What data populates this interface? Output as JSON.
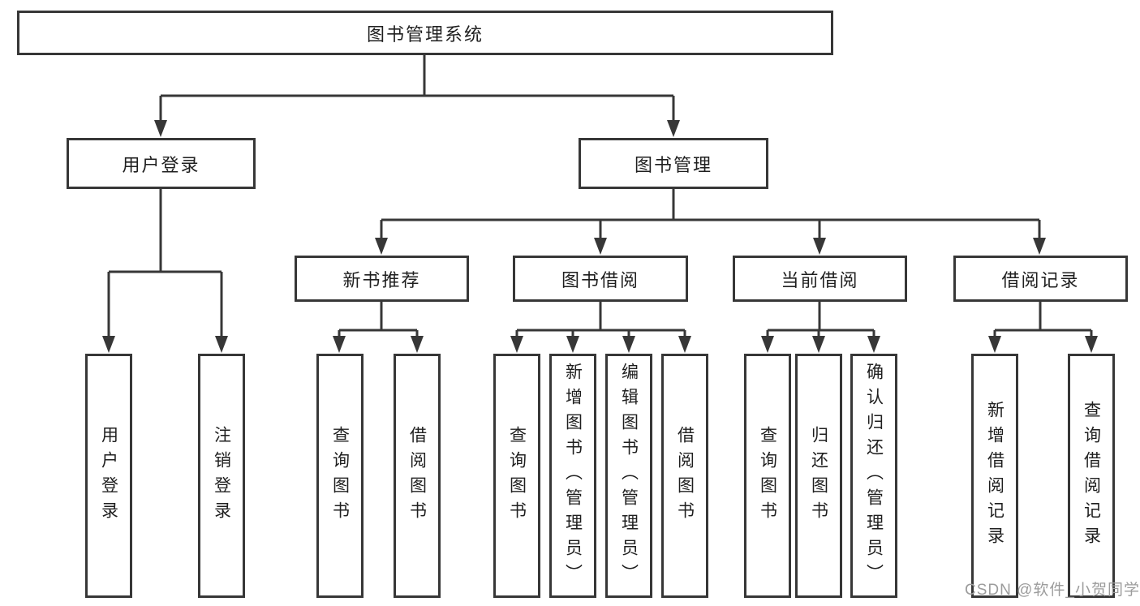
{
  "tree": {
    "root": {
      "label": "图书管理系统"
    },
    "level2": [
      {
        "label": "用户登录",
        "parent": "图书管理系统"
      },
      {
        "label": "图书管理",
        "parent": "图书管理系统"
      }
    ],
    "level3": [
      {
        "label": "新书推荐",
        "parent": "图书管理"
      },
      {
        "label": "图书借阅",
        "parent": "图书管理"
      },
      {
        "label": "当前借阅",
        "parent": "图书管理"
      },
      {
        "label": "借阅记录",
        "parent": "图书管理"
      }
    ],
    "leaves": [
      {
        "label": "用户登录",
        "parent": "用户登录"
      },
      {
        "label": "注销登录",
        "parent": "用户登录"
      },
      {
        "label": "查询图书",
        "parent": "新书推荐"
      },
      {
        "label": "借阅图书",
        "parent": "新书推荐"
      },
      {
        "label": "查询图书",
        "parent": "图书借阅"
      },
      {
        "label": "新增图书（管理员）",
        "parent": "图书借阅"
      },
      {
        "label": "编辑图书（管理员）",
        "parent": "图书借阅"
      },
      {
        "label": "借阅图书",
        "parent": "图书借阅"
      },
      {
        "label": "查询图书",
        "parent": "当前借阅"
      },
      {
        "label": "归还图书",
        "parent": "当前借阅"
      },
      {
        "label": "确认归还（管理员）",
        "parent": "当前借阅"
      },
      {
        "label": "新增借阅记录",
        "parent": "借阅记录"
      },
      {
        "label": "查询借阅记录",
        "parent": "借阅记录"
      }
    ]
  },
  "watermark": {
    "text": "CSDN @软件_小贺同学"
  },
  "colors": {
    "line": "#373737",
    "box_border": "#373737",
    "text": "#1f1f1f",
    "watermark": "#9c9c9c",
    "background": "#ffffff"
  }
}
